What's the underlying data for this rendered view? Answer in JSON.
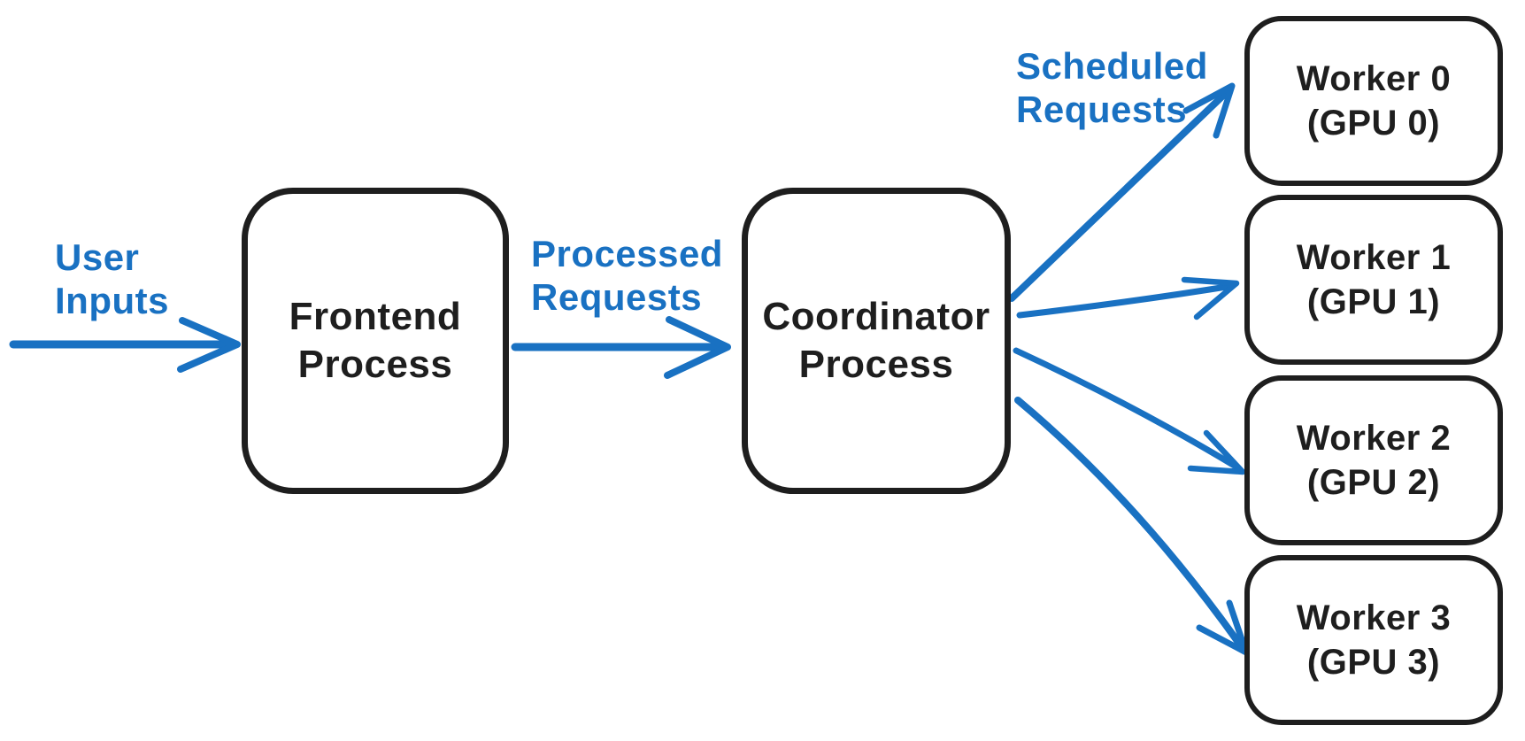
{
  "colors": {
    "ink": "#1e1e1e",
    "accent": "#1971c2",
    "background": "#ffffff"
  },
  "nodes": {
    "frontend": {
      "line1": "Frontend",
      "line2": "Process"
    },
    "coordinator": {
      "line1": "Coordinator",
      "line2": "Process"
    },
    "worker0": {
      "line1": "Worker 0",
      "line2": "(GPU 0)"
    },
    "worker1": {
      "line1": "Worker 1",
      "line2": "(GPU 1)"
    },
    "worker2": {
      "line1": "Worker 2",
      "line2": "(GPU 2)"
    },
    "worker3": {
      "line1": "Worker 3",
      "line2": "(GPU 3)"
    }
  },
  "edge_labels": {
    "user_inputs": {
      "line1": "User",
      "line2": "Inputs"
    },
    "processed_requests": {
      "line1": "Processed",
      "line2": "Requests"
    },
    "scheduled_requests": {
      "line1": "Scheduled",
      "line2": "Requests"
    }
  }
}
